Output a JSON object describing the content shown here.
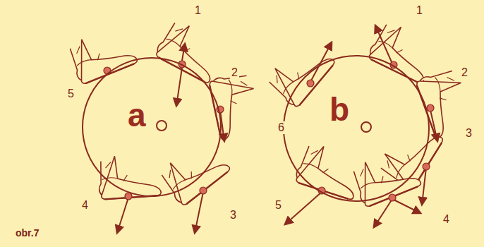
{
  "diagram": {
    "nodes": [
      {
        "text": [
          "a"
        ]
      },
      {
        "text": [
          "b"
        ]
      }
    ],
    "labels": [
      "1",
      "2",
      "3",
      "4",
      "5",
      "1",
      "2",
      "3",
      "4",
      "5",
      "6",
      "obr.7"
    ]
  }
}
